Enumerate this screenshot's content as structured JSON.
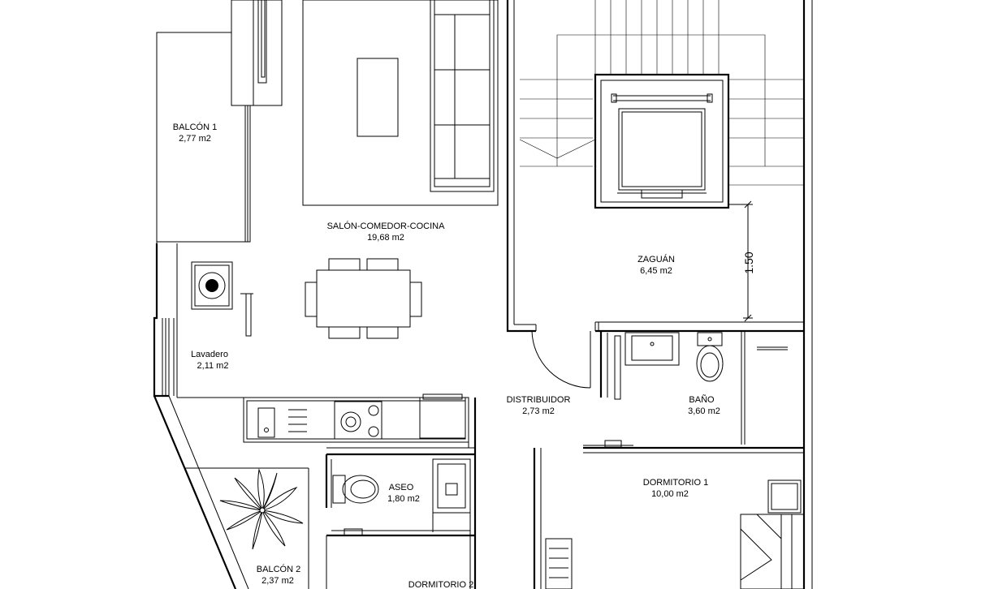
{
  "rooms": {
    "balcon1": {
      "name": "BALCÓN 1",
      "area": "2,77 m2"
    },
    "salon": {
      "name": "SALÓN-COMEDOR-COCINA",
      "area": "19,68 m2"
    },
    "zaguan": {
      "name": "ZAGUÁN",
      "area": "6,45 m2"
    },
    "lavadero": {
      "name": "Lavadero",
      "area": "2,11 m2"
    },
    "distribuidor": {
      "name": "DISTRIBUIDOR",
      "area": "2,73 m2"
    },
    "bano": {
      "name": "BAÑO",
      "area": "3,60 m2"
    },
    "aseo": {
      "name": "ASEO",
      "area": "1,80 m2"
    },
    "dormitorio1": {
      "name": "DORMITORIO 1",
      "area": "10,00 m2"
    },
    "balcon2": {
      "name": "BALCÓN 2",
      "area": "2,37 m2"
    },
    "dormitorio2": {
      "name": "DORMITORIO 2"
    }
  },
  "dimensions": {
    "zaguan_width": "1.50"
  }
}
